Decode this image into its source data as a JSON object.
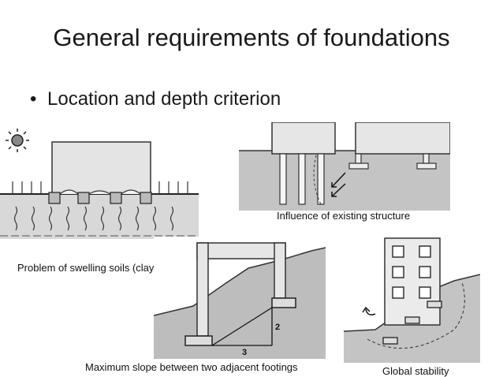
{
  "slide": {
    "title": "General requirements of foundations",
    "bullet": "Location and depth criterion"
  },
  "figures": {
    "swelling": {
      "caption": "Problem of swelling soils (clays)"
    },
    "existing": {
      "caption": "Influence of existing structure"
    },
    "slope": {
      "caption": "Maximum slope between two adjacent footings",
      "label_2": "2",
      "label_3": "3"
    },
    "stability": {
      "caption": "Global stability"
    }
  }
}
